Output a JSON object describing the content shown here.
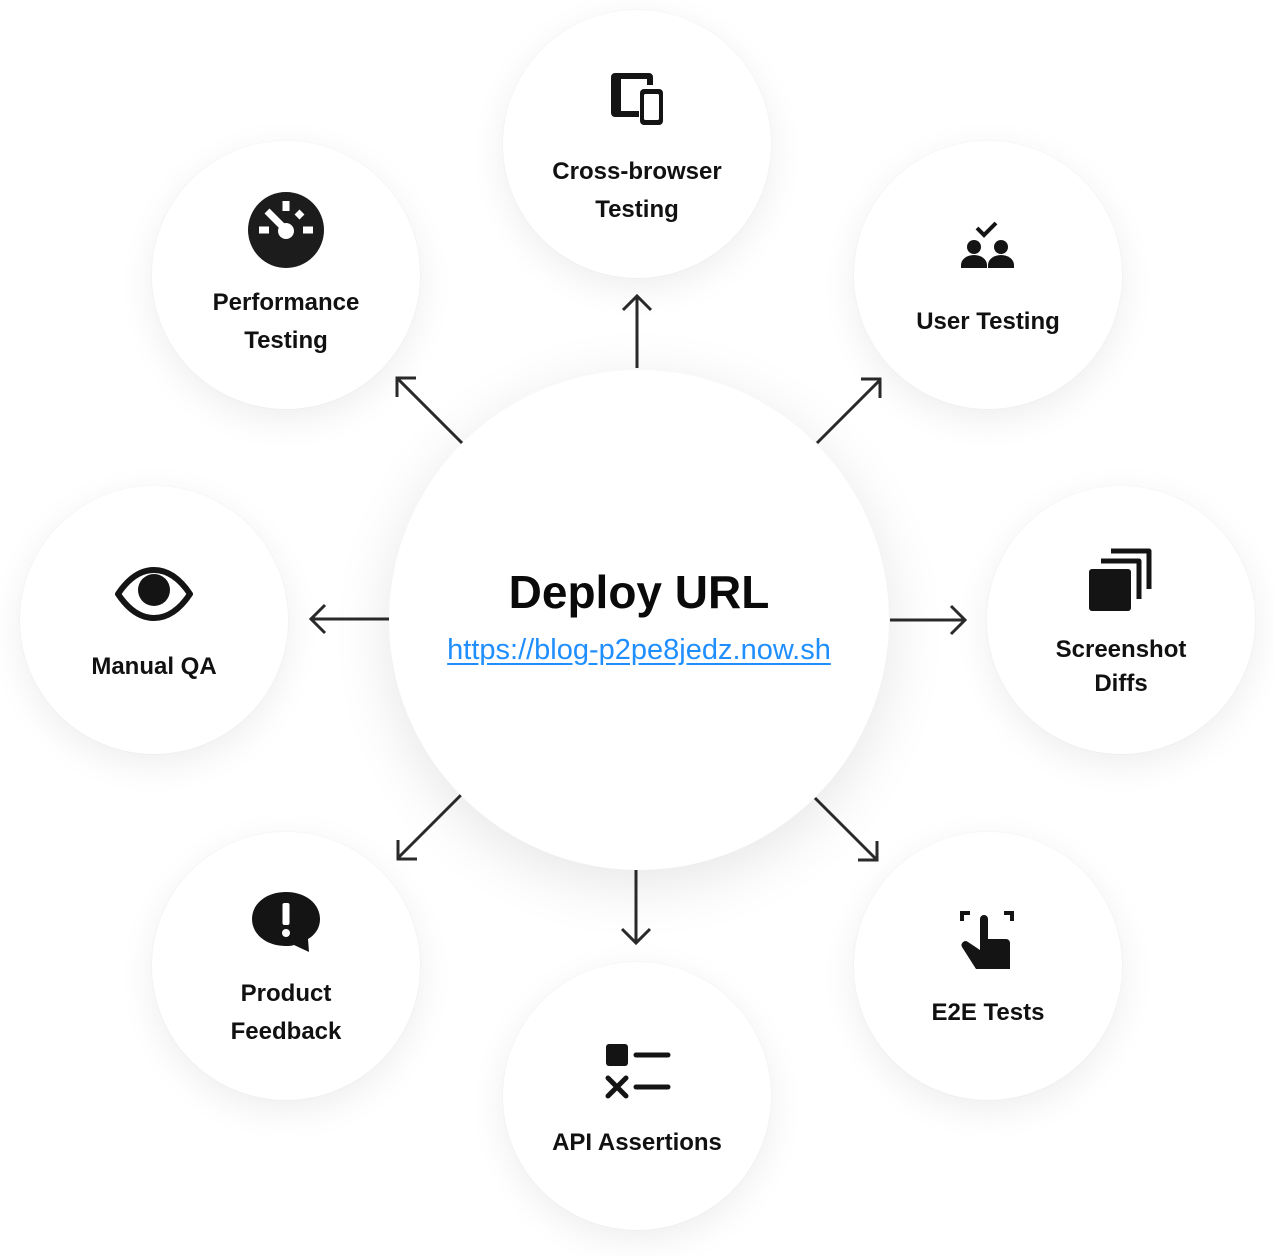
{
  "center": {
    "title": "Deploy URL",
    "url": "https://blog-p2pe8jedz.now.sh",
    "url_color": "#1f8fff"
  },
  "nodes": [
    {
      "id": "cross-browser",
      "label": "Cross-browser\nTesting",
      "icon": "devices-icon",
      "direction": "up"
    },
    {
      "id": "user-testing",
      "label": "User Testing",
      "icon": "users-check-icon",
      "direction": "up-right"
    },
    {
      "id": "screenshot-diffs",
      "label": "Screenshot\nDiffs",
      "icon": "stacked-squares-icon",
      "direction": "right"
    },
    {
      "id": "e2e-tests",
      "label": "E2E Tests",
      "icon": "tap-gesture-icon",
      "direction": "down-right"
    },
    {
      "id": "api-assertions",
      "label": "API Assertions",
      "icon": "checklist-icon",
      "direction": "down"
    },
    {
      "id": "product-feedback",
      "label": "Product\nFeedback",
      "icon": "speech-bubble-alert-icon",
      "direction": "down-left"
    },
    {
      "id": "manual-qa",
      "label": "Manual QA",
      "icon": "eye-icon",
      "direction": "left"
    },
    {
      "id": "performance-testing",
      "label": "Performance\nTesting",
      "icon": "speedometer-icon",
      "direction": "up-left"
    }
  ]
}
